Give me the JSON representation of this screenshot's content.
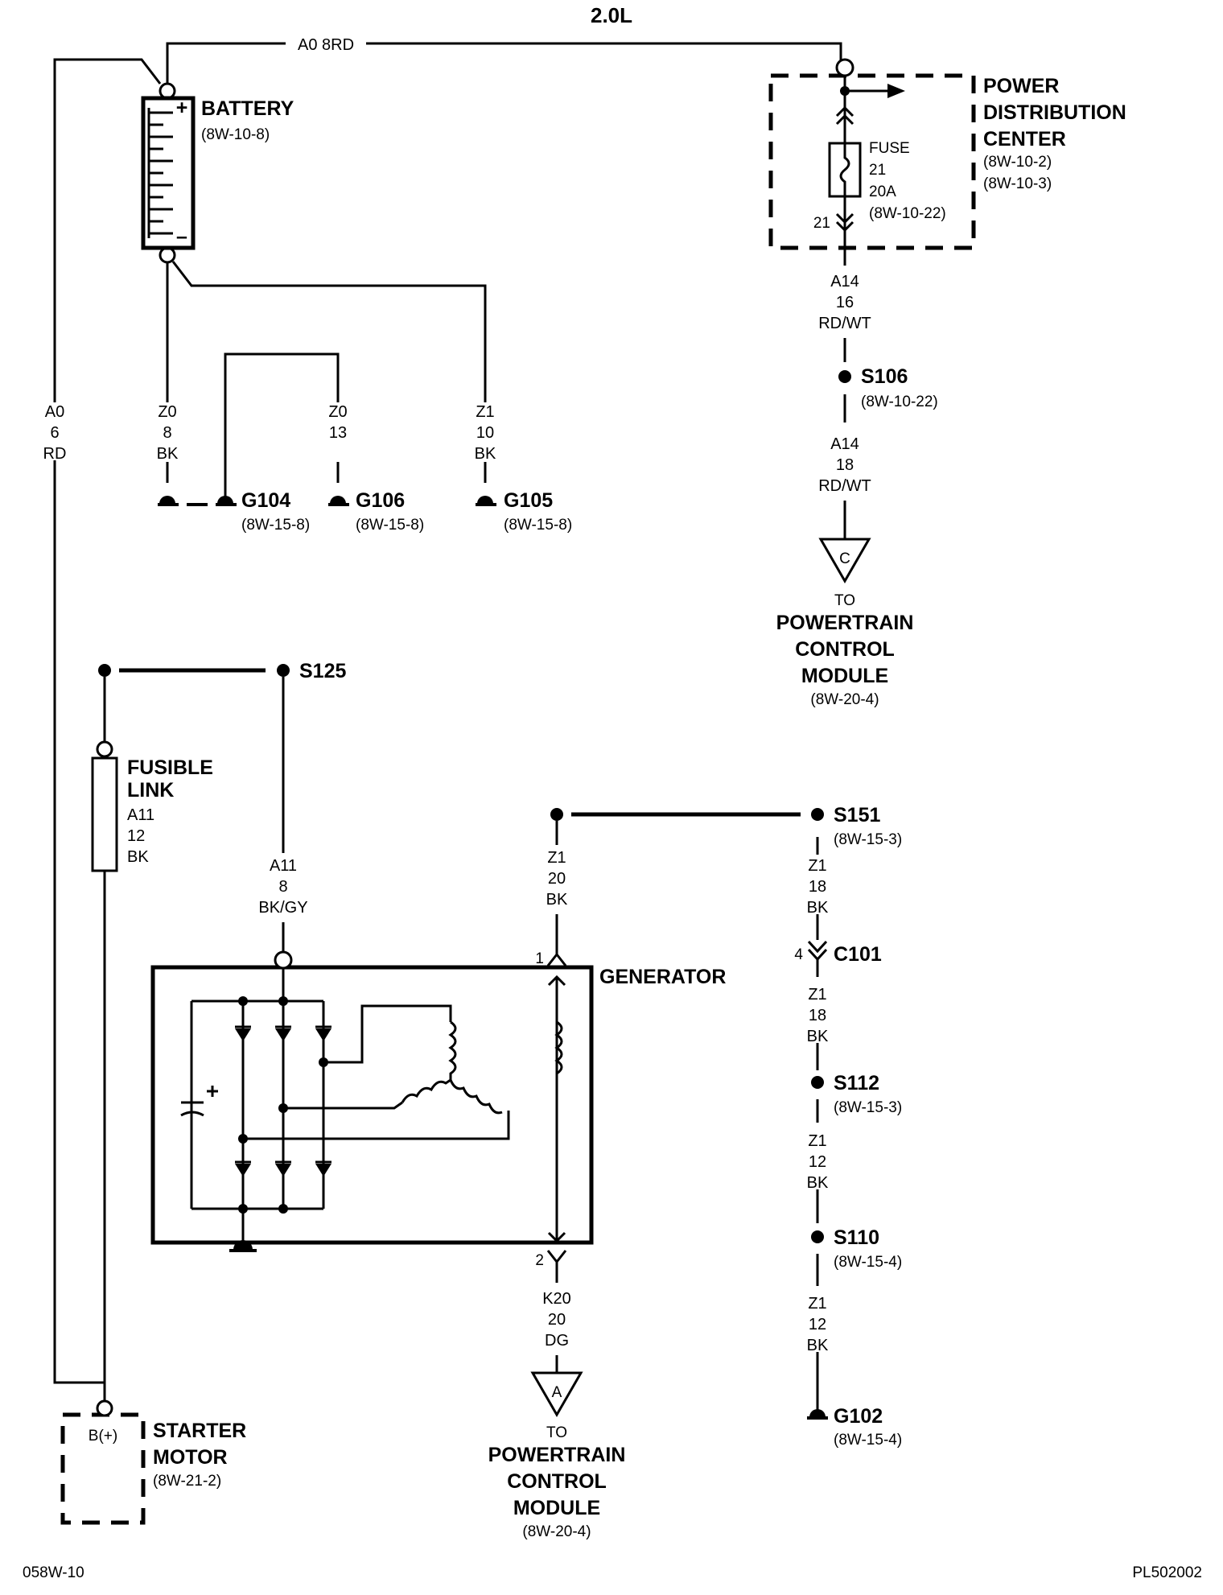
{
  "diagram": {
    "title": "2.0L",
    "page_ref": "058W-10",
    "plate_ref": "PL502002",
    "wire_top": "A0   8RD",
    "battery": {
      "name": "BATTERY",
      "ref": "(8W-10-8)",
      "plus": "+",
      "minus": "–"
    },
    "pdc": {
      "name_line1": "POWER",
      "name_line2": "DISTRIBUTION",
      "name_line3": "CENTER",
      "ref1": "(8W-10-2)",
      "ref2": "(8W-10-3)",
      "fuse_label": "FUSE",
      "fuse_number": "21",
      "fuse_rating": "20A",
      "fuse_ref": "(8W-10-22)",
      "pin": "21"
    },
    "wire_a14_top": {
      "circuit": "A14",
      "gauge": "16",
      "color": "RD/WT"
    },
    "s106": {
      "name": "S106",
      "ref": "(8W-10-22)"
    },
    "wire_a14_bottom": {
      "circuit": "A14",
      "gauge": "18",
      "color": "RD/WT"
    },
    "connector_c": {
      "letter": "C",
      "to": "TO",
      "dest_line1": "POWERTRAIN",
      "dest_line2": "CONTROL",
      "dest_line3": "MODULE",
      "ref": "(8W-20-4)"
    },
    "wire_a0_left": {
      "circuit": "A0",
      "gauge": "6",
      "color": "RD"
    },
    "wire_z0_8": {
      "circuit": "Z0",
      "gauge": "8",
      "color": "BK"
    },
    "wire_z0_13": {
      "circuit": "Z0",
      "gauge": "13"
    },
    "wire_z1_10": {
      "circuit": "Z1",
      "gauge": "10",
      "color": "BK"
    },
    "g104": {
      "name": "G104",
      "ref": "(8W-15-8)"
    },
    "g106": {
      "name": "G106",
      "ref": "(8W-15-8)"
    },
    "g105": {
      "name": "G105",
      "ref": "(8W-15-8)"
    },
    "s125": {
      "name": "S125"
    },
    "fusible_link": {
      "name_line1": "FUSIBLE",
      "name_line2": "LINK",
      "circuit": "A11",
      "gauge": "12",
      "color": "BK"
    },
    "wire_a11_8": {
      "circuit": "A11",
      "gauge": "8",
      "color": "BK/GY"
    },
    "s151": {
      "name": "S151",
      "ref": "(8W-15-3)"
    },
    "wire_z1_20": {
      "circuit": "Z1",
      "gauge": "20",
      "color": "BK"
    },
    "wire_z1_18a": {
      "circuit": "Z1",
      "gauge": "18",
      "color": "BK"
    },
    "c101": {
      "name": "C101",
      "pin": "4"
    },
    "wire_z1_18b": {
      "circuit": "Z1",
      "gauge": "18",
      "color": "BK"
    },
    "s112": {
      "name": "S112",
      "ref": "(8W-15-3)"
    },
    "wire_z1_12a": {
      "circuit": "Z1",
      "gauge": "12",
      "color": "BK"
    },
    "s110": {
      "name": "S110",
      "ref": "(8W-15-4)"
    },
    "wire_z1_12b": {
      "circuit": "Z1",
      "gauge": "12",
      "color": "BK"
    },
    "g102": {
      "name": "G102",
      "ref": "(8W-15-4)"
    },
    "generator": {
      "name": "GENERATOR",
      "pin1": "1",
      "pin2": "2"
    },
    "wire_k20": {
      "circuit": "K20",
      "gauge": "20",
      "color": "DG"
    },
    "connector_a": {
      "letter": "A",
      "to": "TO",
      "dest_line1": "POWERTRAIN",
      "dest_line2": "CONTROL",
      "dest_line3": "MODULE",
      "ref": "(8W-20-4)"
    },
    "starter": {
      "name_line1": "STARTER",
      "name_line2": "MOTOR",
      "ref": "(8W-21-2)",
      "terminal": "B(+)"
    }
  }
}
